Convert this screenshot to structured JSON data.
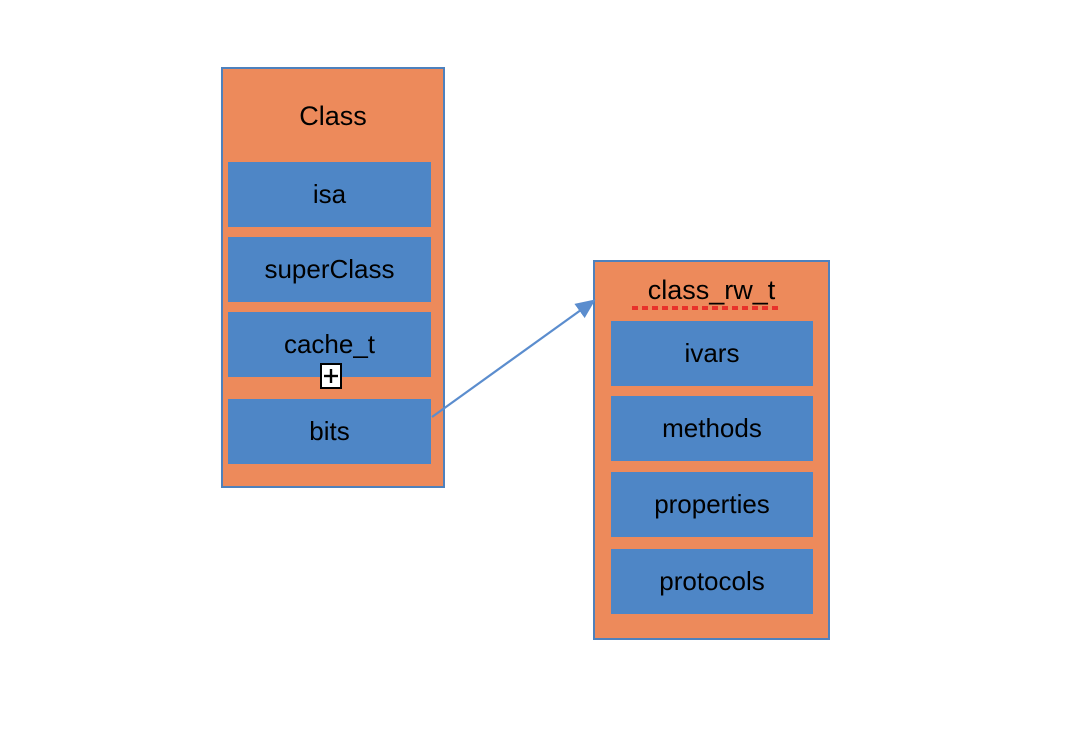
{
  "diagram": {
    "description": "Objective-C class memory layout diagram",
    "class_box": {
      "title": "Class",
      "fields": [
        "isa",
        "superClass",
        "cache_t",
        "bits"
      ]
    },
    "class_rw_box": {
      "title": "class_rw_t",
      "fields": [
        "ivars",
        "methods",
        "properties",
        "protocols"
      ]
    },
    "arrow": {
      "from_field": "bits",
      "to_box": "class_rw_t"
    },
    "cursor": {
      "icon": "plus-in-box-cursor"
    }
  },
  "colors": {
    "background": "#FFFFFF",
    "box_fill": "#ED8A5B",
    "cell_fill": "#4E86C6",
    "box_border": "#4E81BD",
    "arrow": "#5B8DCE",
    "text": "#000000",
    "spell_underline": "#E8312B"
  }
}
